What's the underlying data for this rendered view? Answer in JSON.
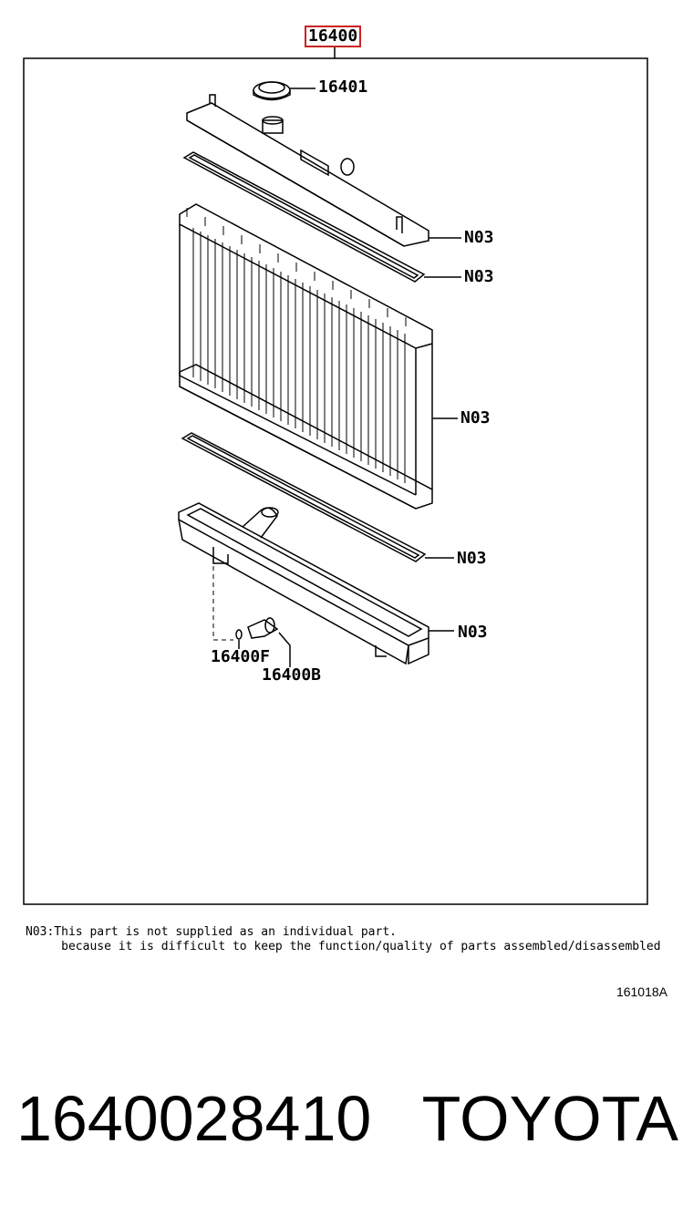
{
  "diagram": {
    "assembly_part": "16400",
    "labels": {
      "cap": "16401",
      "upper_tank": "N03",
      "upper_gasket": "N03",
      "core": "N03",
      "lower_gasket": "N03",
      "lower_tank": "N03",
      "drain_oring": "16400F",
      "drain_cock": "16400B"
    }
  },
  "note": {
    "line1": "N03:This part is not supplied as an individual part.",
    "line2": "     because it is difficult to keep the function/quality of parts assembled/disassembled"
  },
  "ref_code": "161018A",
  "footer": {
    "part_number": "1640028410",
    "brand": "TOYOTA"
  }
}
